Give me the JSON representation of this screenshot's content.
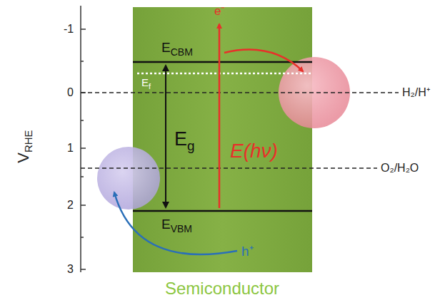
{
  "diagram": {
    "nodes": [
      {
        "text": [
          "Semiconductor"
        ]
      }
    ],
    "labels": [
      "V",
      "RHE",
      "-1",
      "0",
      "1",
      "2",
      "3",
      "e⁻",
      "E",
      "CBM",
      "E",
      "f",
      "E",
      "g",
      "E(hν)",
      "E",
      "VBM",
      "h⁺",
      "H₂/H⁺",
      "O₂/H₂O"
    ]
  }
}
